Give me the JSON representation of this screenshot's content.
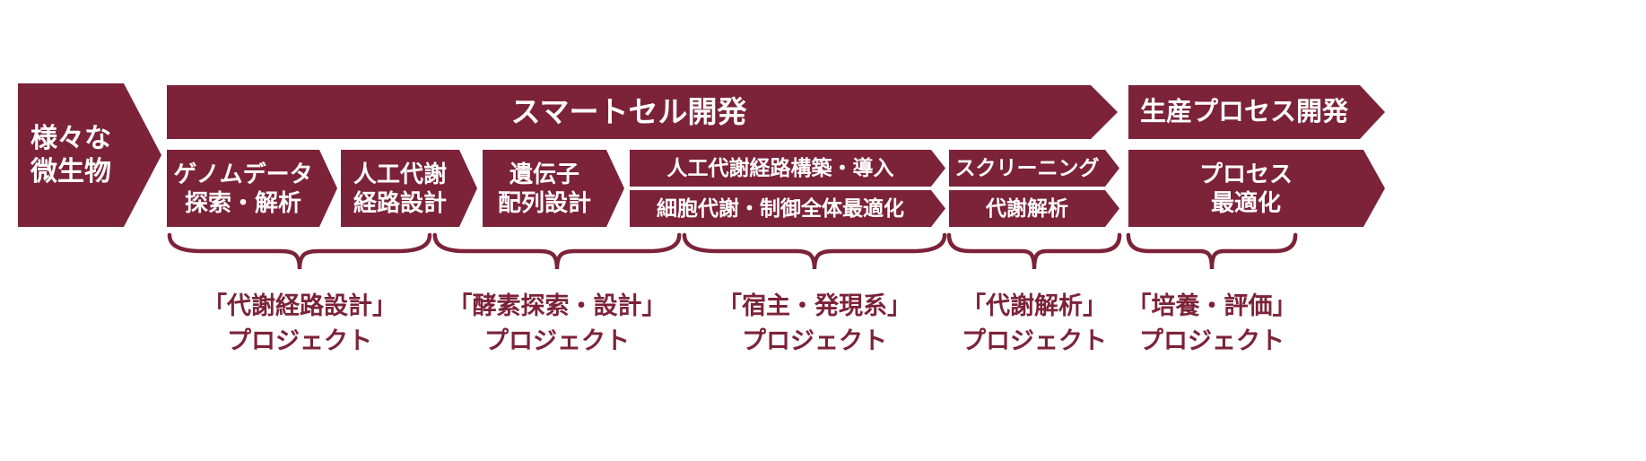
{
  "colors": {
    "maroon": "#7C2239",
    "text_on_dark": "#FFFFFF"
  },
  "source_node": {
    "line1": "様々な",
    "line2": "微生物"
  },
  "phases": {
    "smart_cell": {
      "title": "スマートセル開発"
    },
    "production": {
      "title": "生産プロセス開発"
    }
  },
  "steps": {
    "genome_data": {
      "line1": "ゲノムデータ",
      "line2": "探索・解析"
    },
    "artificial_pathway_design": {
      "line1": "人工代謝",
      "line2": "経路設計"
    },
    "gene_sequence_design": {
      "line1": "遺伝子",
      "line2": "配列設計"
    },
    "pathway_construction": {
      "label": "人工代謝経路構築・導入"
    },
    "whole_cell_optimization": {
      "label": "細胞代謝・制御全体最適化"
    },
    "screening": {
      "label": "スクリーニング"
    },
    "metabolic_analysis": {
      "label": "代謝解析"
    },
    "process_optimization": {
      "line1": "プロセス",
      "line2": "最適化"
    }
  },
  "projects": [
    {
      "line1": "「代謝経路設計」",
      "line2": "プロジェクト"
    },
    {
      "line1": "「酵素探索・設計」",
      "line2": "プロジェクト"
    },
    {
      "line1": "「宿主・発現系」",
      "line2": "プロジェクト"
    },
    {
      "line1": "「代謝解析」",
      "line2": "プロジェクト"
    },
    {
      "line1": "「培養・評価」",
      "line2": "プロジェクト"
    }
  ]
}
